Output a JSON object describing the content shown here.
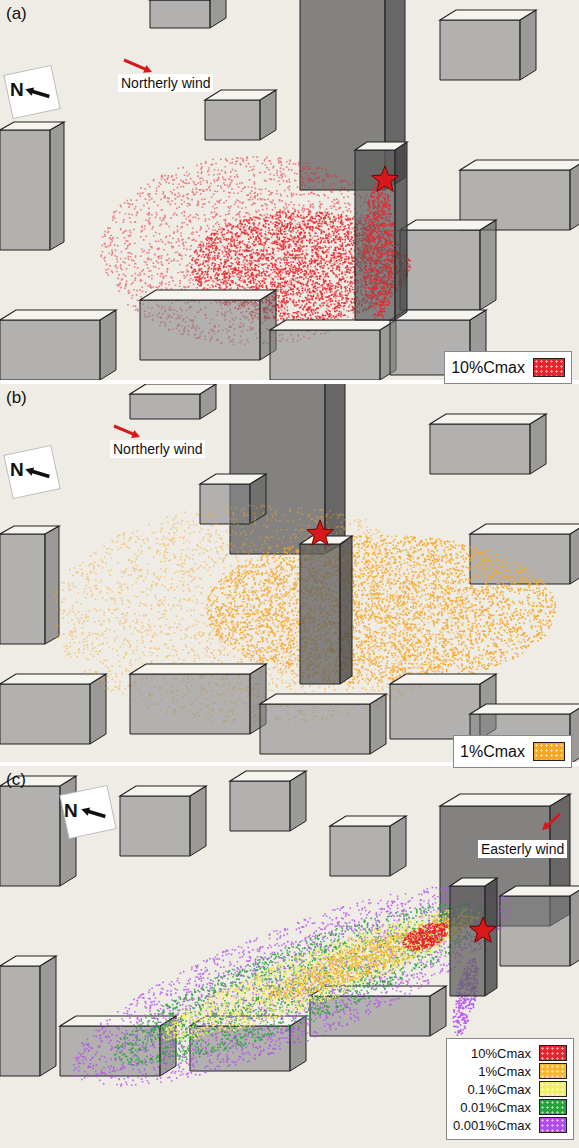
{
  "diagram": {
    "labels": [
      "(a)",
      "Northerly wind",
      "N",
      "(b)",
      "Northerly wind",
      "N",
      "(c)",
      "N",
      "Easterly wind"
    ],
    "legend": [
      {
        "text": "10%Cmax",
        "color": "#e8232b"
      },
      {
        "text": "1%Cmax",
        "color": "#f5a623"
      },
      {
        "text": "10%Cmax",
        "color": "#e8232b"
      },
      {
        "text": "1%Cmax",
        "color": "#f7b733"
      },
      {
        "text": "0.1%Cmax",
        "color": "#f3ee6a"
      },
      {
        "text": "0.01%Cmax",
        "color": "#23a339"
      },
      {
        "text": "0.001%Cmax",
        "color": "#b24cf0"
      }
    ]
  }
}
